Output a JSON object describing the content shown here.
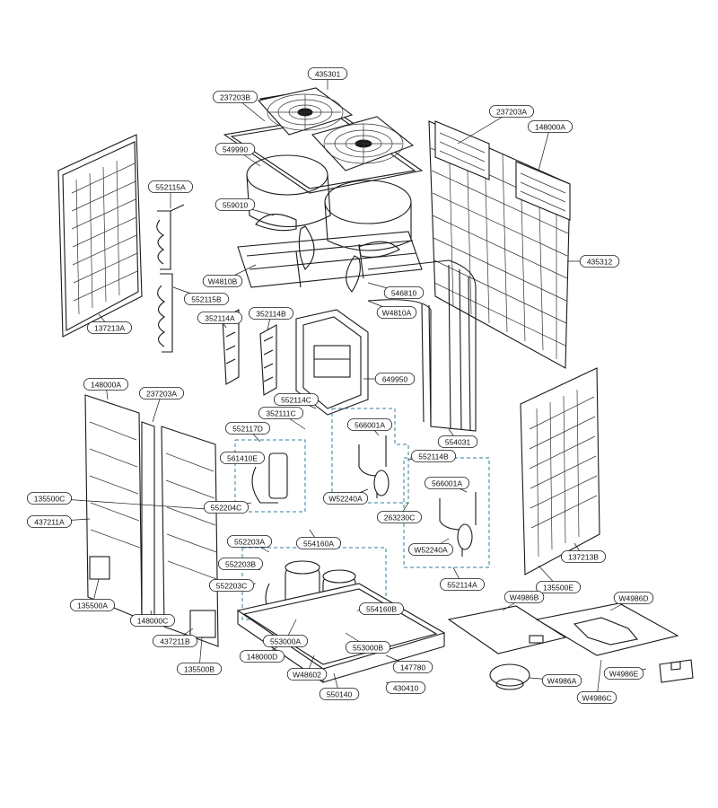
{
  "labels": [
    {
      "id": "435301",
      "text": "435301"
    },
    {
      "id": "237203b",
      "text": "237203B"
    },
    {
      "id": "549990",
      "text": "549990"
    },
    {
      "id": "559010",
      "text": "559010"
    },
    {
      "id": "552115a",
      "text": "552115A"
    },
    {
      "id": "552115b",
      "text": "552115B"
    },
    {
      "id": "352114a",
      "text": "352114A"
    },
    {
      "id": "352114b",
      "text": "352114B"
    },
    {
      "id": "w4810b",
      "text": "W4810B"
    },
    {
      "id": "546810",
      "text": "546810"
    },
    {
      "id": "w4810a",
      "text": "W4810A"
    },
    {
      "id": "137213a",
      "text": "137213A"
    },
    {
      "id": "237203a-top",
      "text": "237203A"
    },
    {
      "id": "148000a-top",
      "text": "148000A"
    },
    {
      "id": "435312",
      "text": "435312"
    },
    {
      "id": "649950",
      "text": "649950"
    },
    {
      "id": "148000a-left",
      "text": "148000A"
    },
    {
      "id": "237203a-left",
      "text": "237203A"
    },
    {
      "id": "552114c",
      "text": "552114C"
    },
    {
      "id": "352111c",
      "text": "352111C"
    },
    {
      "id": "566001a-1",
      "text": "566001A"
    },
    {
      "id": "552117d",
      "text": "552117D"
    },
    {
      "id": "554031",
      "text": "554031"
    },
    {
      "id": "552114b",
      "text": "552114B"
    },
    {
      "id": "561410e",
      "text": "561410E"
    },
    {
      "id": "566001a-2",
      "text": "566001A"
    },
    {
      "id": "135500c",
      "text": "135500C"
    },
    {
      "id": "w52240a-1",
      "text": "W52240A"
    },
    {
      "id": "552204c",
      "text": "552204C"
    },
    {
      "id": "263230c",
      "text": "263230C"
    },
    {
      "id": "437211a",
      "text": "437211A"
    },
    {
      "id": "552203a",
      "text": "552203A"
    },
    {
      "id": "554160a",
      "text": "554160A"
    },
    {
      "id": "w52240a-2",
      "text": "W52240A"
    },
    {
      "id": "137213b",
      "text": "137213B"
    },
    {
      "id": "552203b",
      "text": "552203B"
    },
    {
      "id": "552203c",
      "text": "552203C"
    },
    {
      "id": "552114a",
      "text": "552114A"
    },
    {
      "id": "135500e",
      "text": "135500E"
    },
    {
      "id": "135500a",
      "text": "135500A"
    },
    {
      "id": "w4986b",
      "text": "W4986B"
    },
    {
      "id": "w4986d",
      "text": "W4986D"
    },
    {
      "id": "554160b",
      "text": "554160B"
    },
    {
      "id": "148000c",
      "text": "148000C"
    },
    {
      "id": "553000a",
      "text": "553000A"
    },
    {
      "id": "437211b",
      "text": "437211B"
    },
    {
      "id": "553000b",
      "text": "553000B"
    },
    {
      "id": "148000d",
      "text": "148000D"
    },
    {
      "id": "147780",
      "text": "147780"
    },
    {
      "id": "135500b",
      "text": "135500B"
    },
    {
      "id": "w48602",
      "text": "W48602"
    },
    {
      "id": "w4986e",
      "text": "W4986E"
    },
    {
      "id": "w4986a",
      "text": "W4986A"
    },
    {
      "id": "550140",
      "text": "550140"
    },
    {
      "id": "430410",
      "text": "430410"
    },
    {
      "id": "w4986c",
      "text": "W4986C"
    }
  ]
}
